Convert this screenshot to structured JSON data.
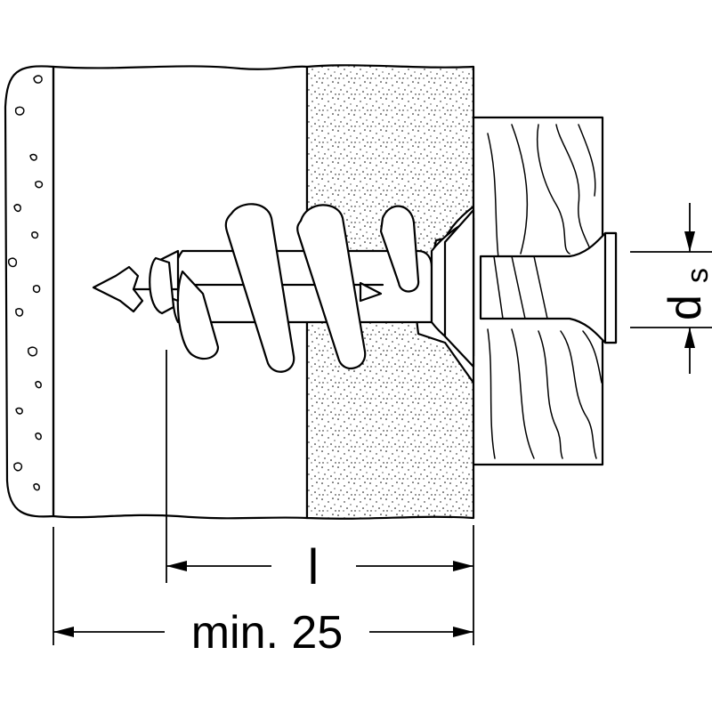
{
  "labels": {
    "length": "l",
    "min_depth": "min. 25",
    "diameter": "d",
    "diameter_subscript": "s"
  },
  "colors": {
    "line": "#000000",
    "background": "#ffffff"
  }
}
